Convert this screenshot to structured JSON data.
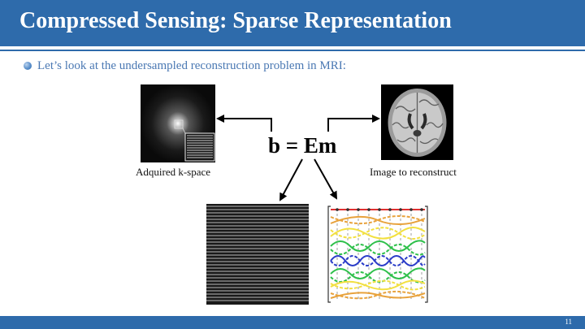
{
  "slide": {
    "title": "Compressed Sensing: Sparse Representation",
    "bullet": "Let’s look at the undersampled reconstruction problem in MRI:",
    "equation": "b = Em",
    "captions": {
      "kspace": "Adquired k-space",
      "image": "Image to reconstruct"
    },
    "slide_number": "11"
  },
  "colors": {
    "title_bar": "#2e6bab",
    "bullet_text": "#4a78b3",
    "basis_lines": [
      "#e03030",
      "#e8a23c",
      "#f2e040",
      "#2ec04a",
      "#2a3cc8",
      "#2ec04a",
      "#e8a23c"
    ]
  }
}
